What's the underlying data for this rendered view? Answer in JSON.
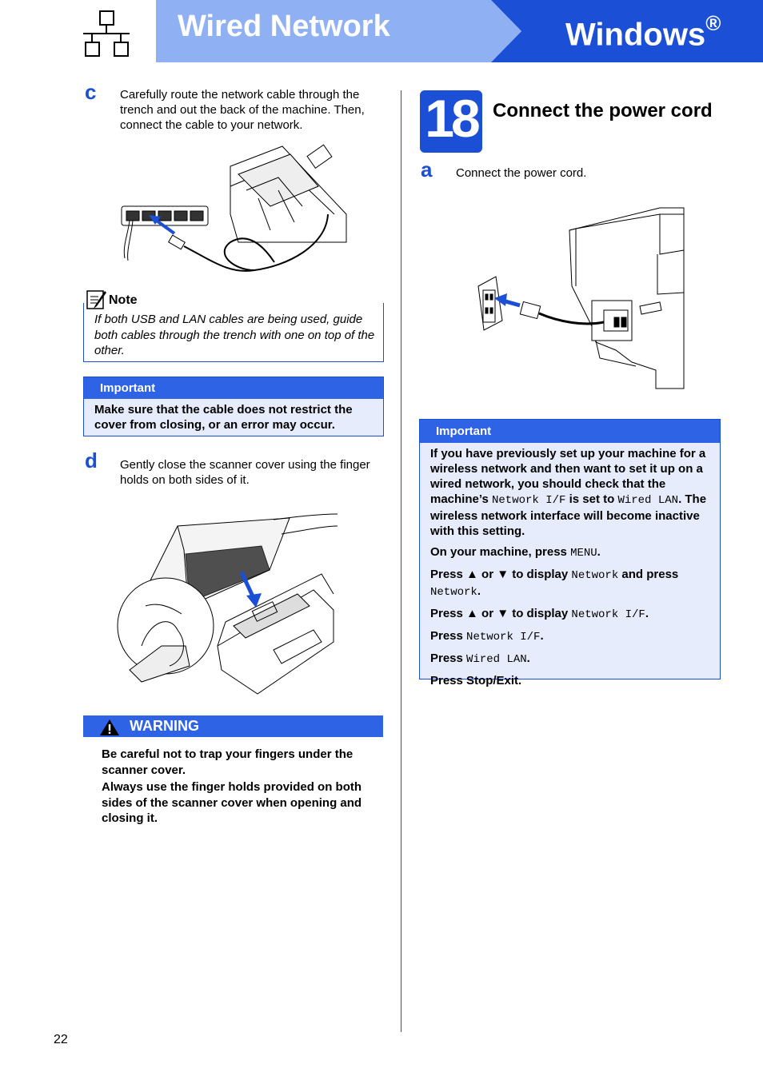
{
  "header": {
    "section_title": "Wired Network",
    "os_title": "Windows",
    "os_symbol": "®",
    "icon": "network-topology-icon"
  },
  "left": {
    "step_c": {
      "letter": "c",
      "text": "Carefully route the network cable through the trench and out the back of the machine. Then, connect the cable to your network."
    },
    "note": {
      "label": "Note",
      "icon": "note-pencil-icon",
      "text": "If both USB and LAN cables are being used, guide both cables through the trench with one on top of the other."
    },
    "important": {
      "label": "Important",
      "text": "Make sure that the cable does not restrict the cover from closing, or an error may occur."
    },
    "step_d": {
      "letter": "d",
      "text": "Gently close the scanner cover using the finger holds on both sides of it."
    },
    "warning": {
      "label": "WARNING",
      "icon": "warning-triangle-icon",
      "para1": "Be careful not to trap your fingers under the scanner cover.",
      "para2": "Always use the finger holds provided on both sides of the scanner cover when opening and closing it."
    }
  },
  "right": {
    "step_number": "18",
    "step_title": "Connect the power cord",
    "step_a": {
      "letter": "a",
      "text": "Connect the power cord."
    },
    "important": {
      "label": "Important",
      "p1_a": "If you have previously set up your machine for a wireless network and then want to set it up on a wired network, you should check that the machine’s",
      "p1_code1": "Network I/F",
      "p1_b": "is set to",
      "p1_code2": "Wired LAN",
      "p1_c": ". The wireless network interface will become inactive with this setting.",
      "p2_a": "On your machine, press",
      "p2_code": "MENU",
      "p3_a": "Press ▲ or ▼ to display",
      "p3_code1": "Network",
      "p3_b": "and press",
      "p3_code2": "Network",
      "p4_a": "Press ▲ or ▼ to display",
      "p4_code": "Network I/F",
      "p5_a": "Press",
      "p5_code": "Network I/F",
      "p6_a": "Press",
      "p6_code": "Wired LAN",
      "p7": "Press Stop/Exit.",
      "period": "."
    }
  },
  "footer": {
    "page_number": "22"
  }
}
